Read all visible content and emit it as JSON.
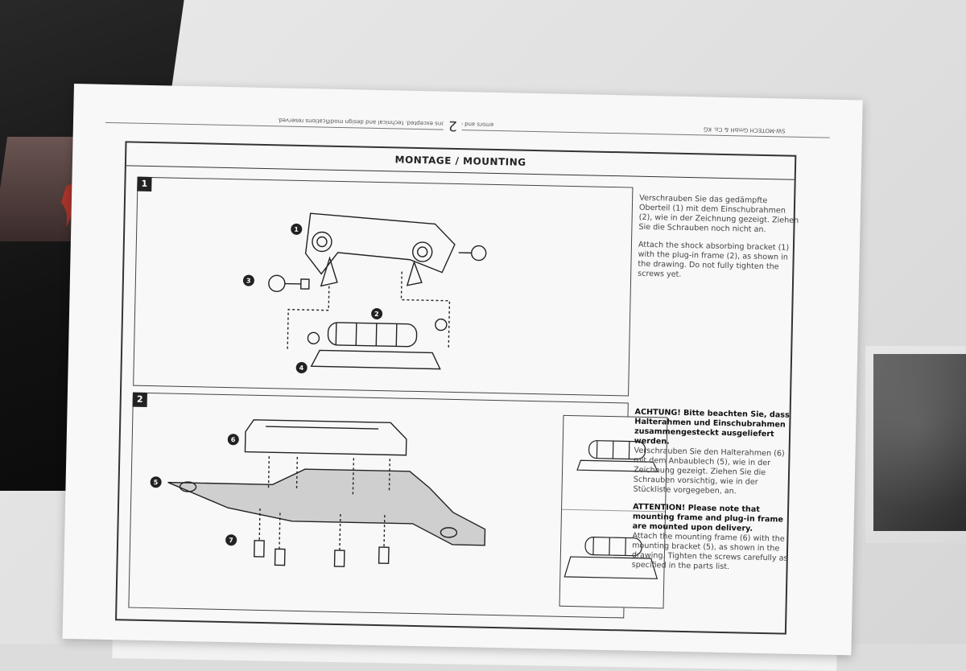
{
  "page_header": {
    "page_number": "2",
    "left_small_text": "errors and omissions excepted. technical and design modifications reserved.",
    "right_small_text": "SW-MOTECH GmbH & Co. KG"
  },
  "title": "MONTAGE / MOUNTING",
  "steps": [
    {
      "number": "1",
      "de_text": "Verschrauben Sie das gedämpfte Oberteil (1) mit dem Einschubrahmen (2), wie in der Zeichnung gezeigt. Ziehen Sie die Schrauben noch nicht an.",
      "en_text": "Attach the shock absorbing bracket (1) with the plug-in frame (2), as shown in the drawing. Do not fully tighten the screws yet.",
      "callouts": [
        "1",
        "2",
        "3",
        "4"
      ]
    },
    {
      "number": "2",
      "de_attention": "ACHTUNG! Bitte beachten Sie, dass Halterahmen und Einschubrahmen zusammengesteckt ausgeliefert werden.",
      "de_text": "Verschrauben Sie den Halterahmen (6) mit dem Anbaublech (5), wie in der Zeichnung gezeigt. Ziehen Sie die Schrauben vorsichtig, wie in der Stückliste vorgegeben, an.",
      "en_attention": "ATTENTION! Please note that mounting frame and plug-in frame are mounted upon delivery.",
      "en_text": "Attach the mounting frame (6) with the mounting bracket (5), as shown in the drawing. Tighten the screws carefully as specified in the parts list.",
      "callouts": [
        "6",
        "5",
        "7"
      ]
    }
  ],
  "colors": {
    "paper": "#f8f8f8",
    "ink": "#222222",
    "box": "#121212",
    "box_logo": "#c0392b"
  }
}
